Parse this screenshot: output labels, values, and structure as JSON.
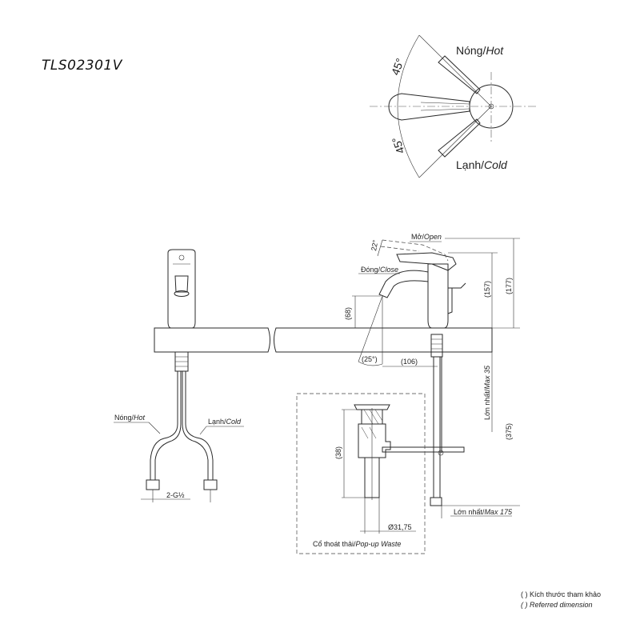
{
  "model": "TLS02301V",
  "top_view": {
    "angle_hot": "45°",
    "angle_cold": "45°",
    "hot_label": "Nóng/",
    "hot_label_en": "Hot",
    "cold_label": "Lạnh/",
    "cold_label_en": "Cold"
  },
  "front_view": {
    "hot_label": "Nóng/",
    "hot_label_en": "Hot",
    "cold_label": "Lạnh/",
    "cold_label_en": "Cold",
    "connection": "2-G½"
  },
  "side_view": {
    "open_label": "Mở/",
    "open_label_en": "Open",
    "close_label": "Đóng/",
    "close_label_en": "Close",
    "angle_lever": "22°",
    "angle_spout": "(25°)",
    "dim_spout_height": "(68)",
    "dim_reach": "(106)",
    "dim_157": "(157)",
    "dim_177": "(177)",
    "dim_375": "(375)",
    "dim_38": "(38)",
    "max_deck_label": "Lớn nhất/",
    "max_deck_label_en": "Max 35",
    "max_175_label": "Lớn nhất/",
    "max_175_label_en": "Max 175",
    "waste_diameter": "Ø31,75",
    "waste_label": "Cổ thoát thải/",
    "waste_label_en": "Pop-up Waste"
  },
  "legend": {
    "line1": "( ) Kích thước tham khảo",
    "line2": "( ) Referred dimension"
  }
}
